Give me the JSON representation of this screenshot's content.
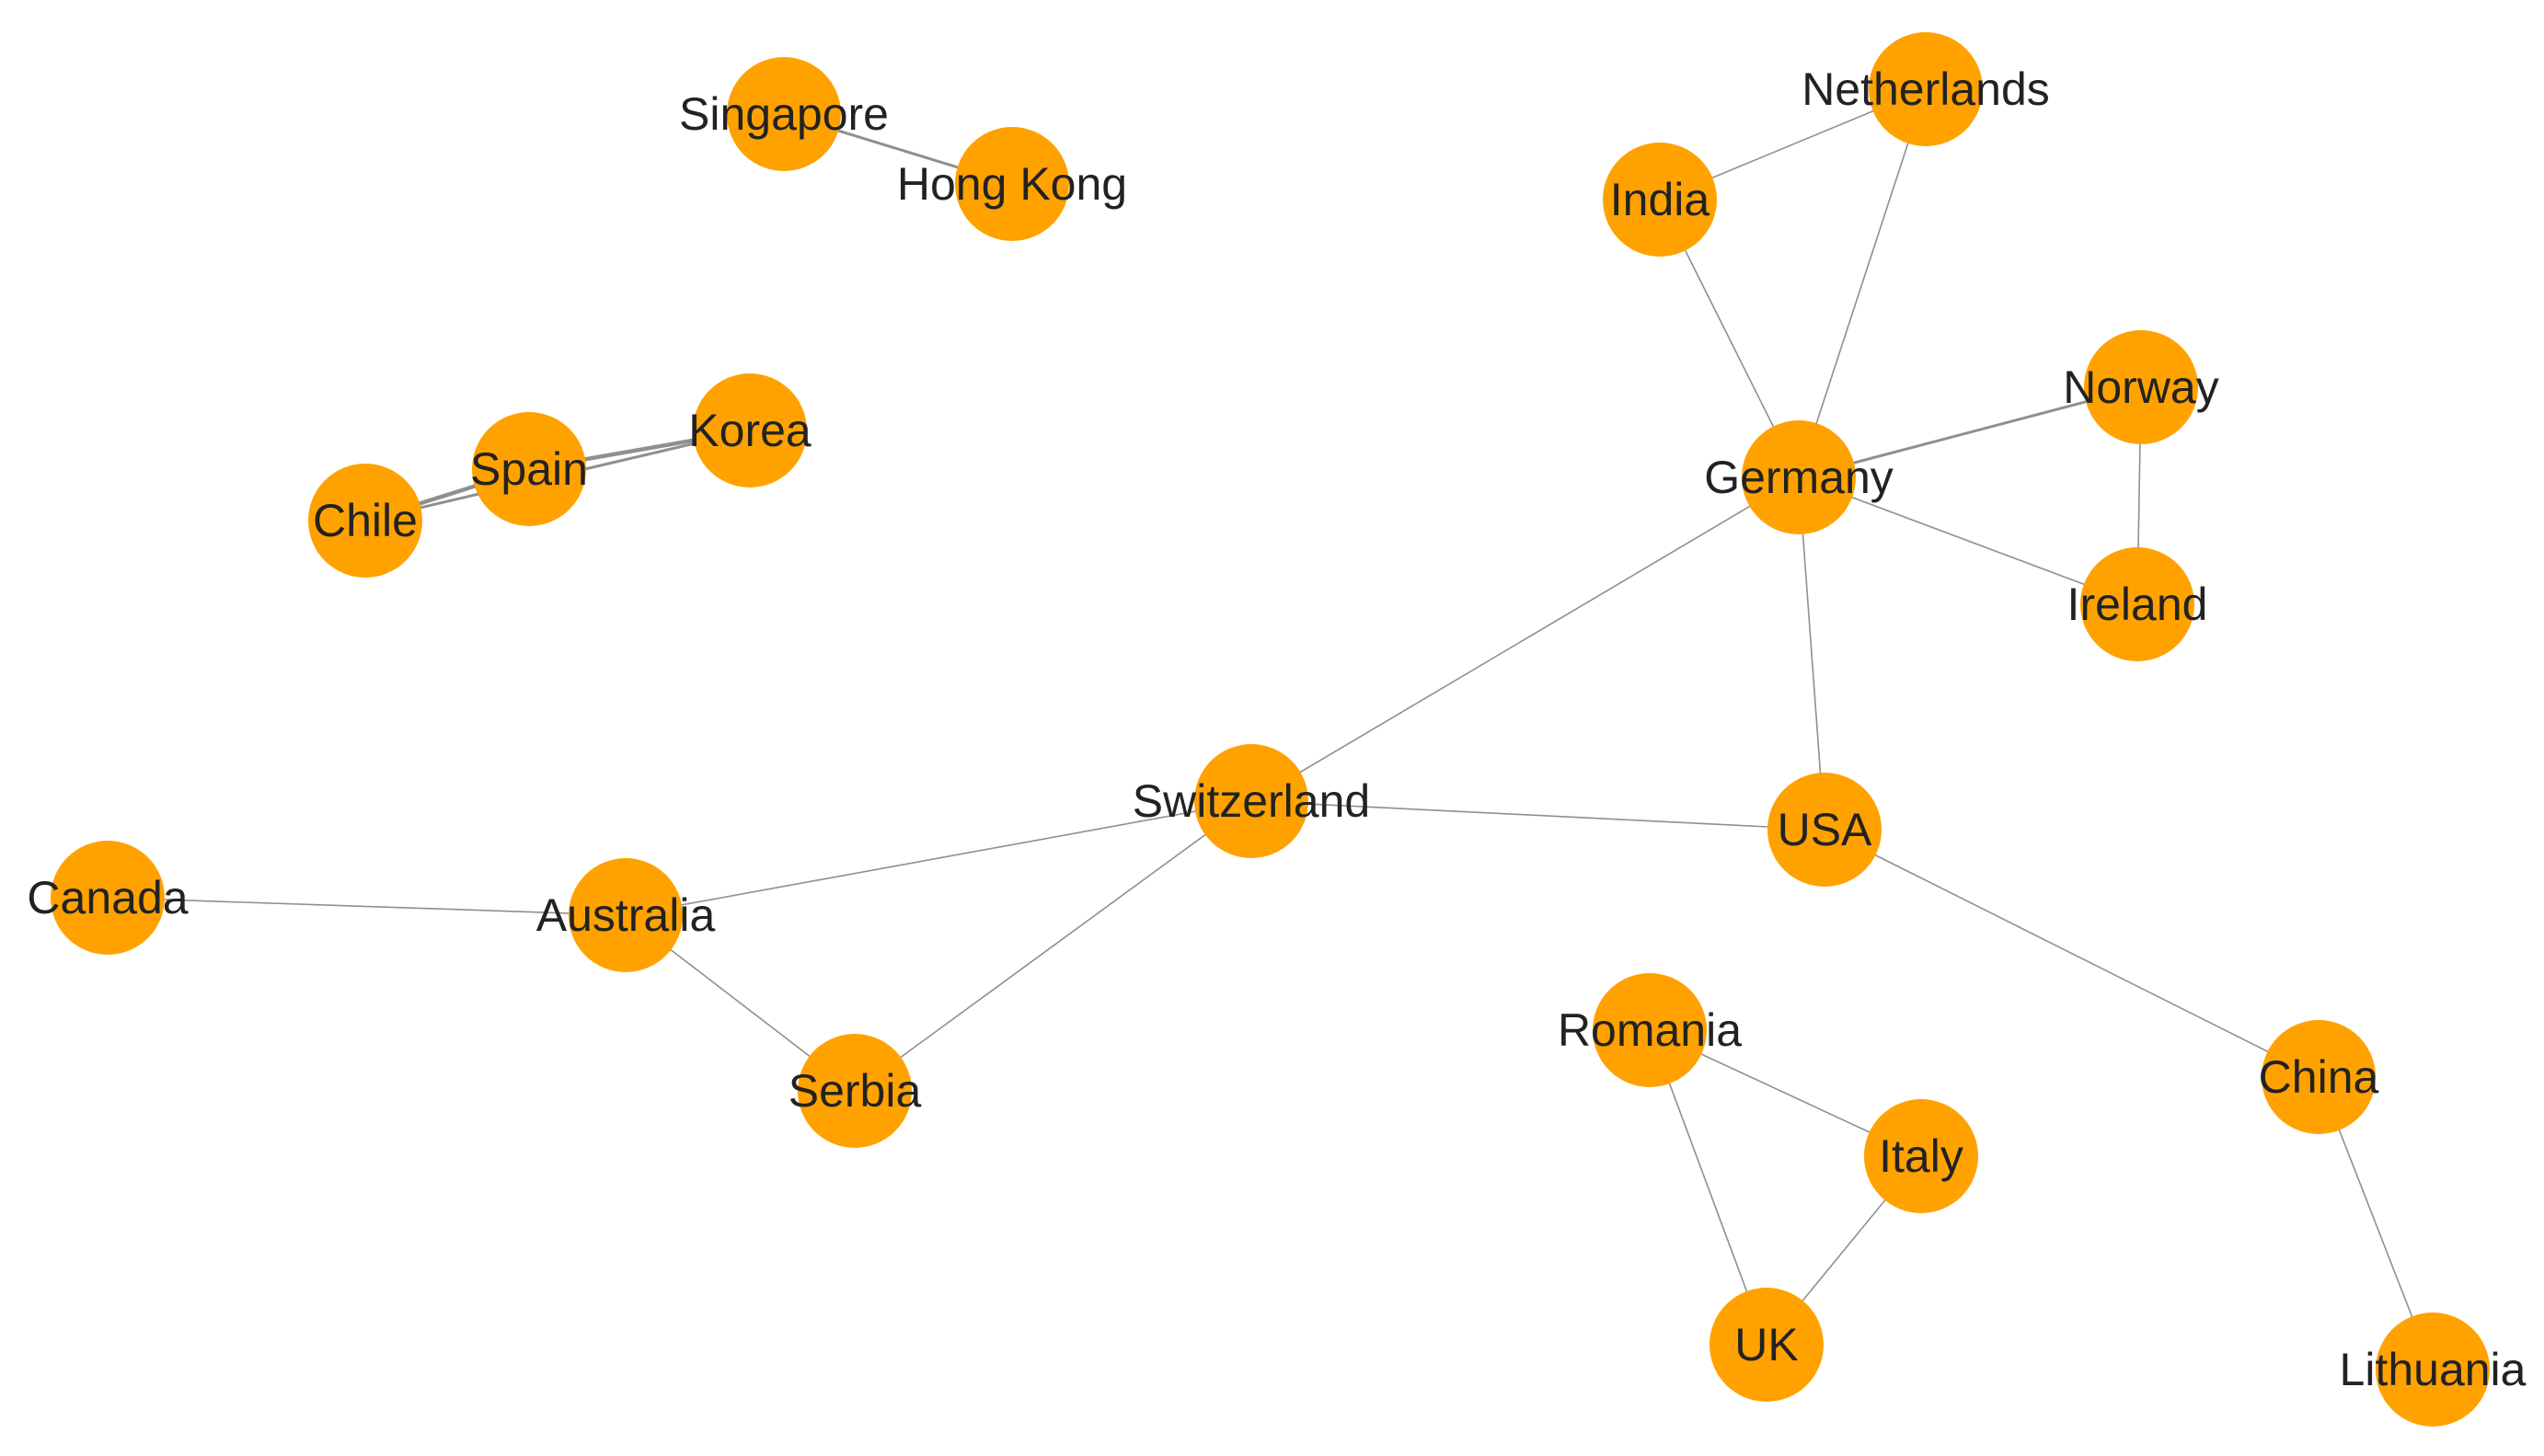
{
  "colors": {
    "node": "#ffa200",
    "edge": "#8f8f8f",
    "label": "#222222",
    "background": "#ffffff"
  },
  "nodes": [
    {
      "id": "singapore",
      "label": "Singapore"
    },
    {
      "id": "hongkong",
      "label": "Hong Kong"
    },
    {
      "id": "netherlands",
      "label": "Netherlands"
    },
    {
      "id": "india",
      "label": "India"
    },
    {
      "id": "norway",
      "label": "Norway"
    },
    {
      "id": "germany",
      "label": "Germany"
    },
    {
      "id": "ireland",
      "label": "Ireland"
    },
    {
      "id": "korea",
      "label": "Korea"
    },
    {
      "id": "spain",
      "label": "Spain"
    },
    {
      "id": "chile",
      "label": "Chile"
    },
    {
      "id": "switzerland",
      "label": "Switzerland"
    },
    {
      "id": "usa",
      "label": "USA"
    },
    {
      "id": "canada",
      "label": "Canada"
    },
    {
      "id": "australia",
      "label": "Australia"
    },
    {
      "id": "romania",
      "label": "Romania"
    },
    {
      "id": "china",
      "label": "China"
    },
    {
      "id": "italy",
      "label": "Italy"
    },
    {
      "id": "serbia",
      "label": "Serbia"
    },
    {
      "id": "uk",
      "label": "UK"
    },
    {
      "id": "lithuania",
      "label": "Lithuania"
    }
  ],
  "edges": [
    {
      "source": "singapore",
      "target": "hongkong",
      "weight": 2
    },
    {
      "source": "india",
      "target": "netherlands",
      "weight": 1
    },
    {
      "source": "india",
      "target": "germany",
      "weight": 1
    },
    {
      "source": "netherlands",
      "target": "germany",
      "weight": 1
    },
    {
      "source": "germany",
      "target": "norway",
      "weight": 2
    },
    {
      "source": "germany",
      "target": "ireland",
      "weight": 1
    },
    {
      "source": "norway",
      "target": "ireland",
      "weight": 1
    },
    {
      "source": "germany",
      "target": "switzerland",
      "weight": 1
    },
    {
      "source": "germany",
      "target": "usa",
      "weight": 1
    },
    {
      "source": "chile",
      "target": "spain",
      "weight": 3
    },
    {
      "source": "spain",
      "target": "korea",
      "weight": 3
    },
    {
      "source": "chile",
      "target": "korea",
      "weight": 2
    },
    {
      "source": "switzerland",
      "target": "usa",
      "weight": 1
    },
    {
      "source": "switzerland",
      "target": "australia",
      "weight": 1
    },
    {
      "source": "switzerland",
      "target": "serbia",
      "weight": 1
    },
    {
      "source": "canada",
      "target": "australia",
      "weight": 1
    },
    {
      "source": "australia",
      "target": "serbia",
      "weight": 1
    },
    {
      "source": "usa",
      "target": "china",
      "weight": 1
    },
    {
      "source": "china",
      "target": "lithuania",
      "weight": 1
    },
    {
      "source": "romania",
      "target": "italy",
      "weight": 1
    },
    {
      "source": "romania",
      "target": "uk",
      "weight": 1
    },
    {
      "source": "italy",
      "target": "uk",
      "weight": 1
    }
  ]
}
